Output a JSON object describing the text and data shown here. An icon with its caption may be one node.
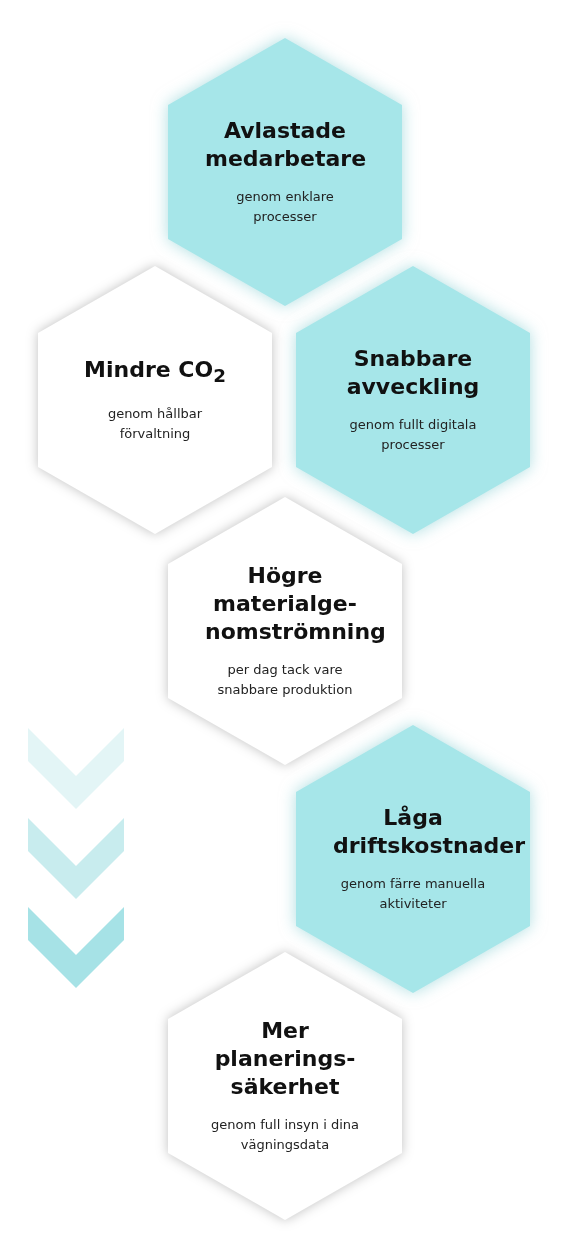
{
  "diagram": {
    "nodes": [
      {
        "text": [
          "Avlastade medarbetare",
          "genom enklare processer"
        ]
      },
      {
        "text": [
          "Mindre CO$_{2}$",
          "genom hållbar förvaltning"
        ]
      },
      {
        "text": [
          "Snabbare avveckling",
          "genom fullt digitala processer"
        ]
      },
      {
        "text": [
          "Högre materialge- nomströmning",
          "per dag tack vare snabbare produktion"
        ]
      },
      {
        "text": [
          "Låga driftskostnader",
          "genom färre manuella aktiviteter"
        ]
      },
      {
        "text": [
          "Mer planerings- säkerhet",
          "genom full insyn i dina vägningsdata"
        ]
      }
    ]
  }
}
